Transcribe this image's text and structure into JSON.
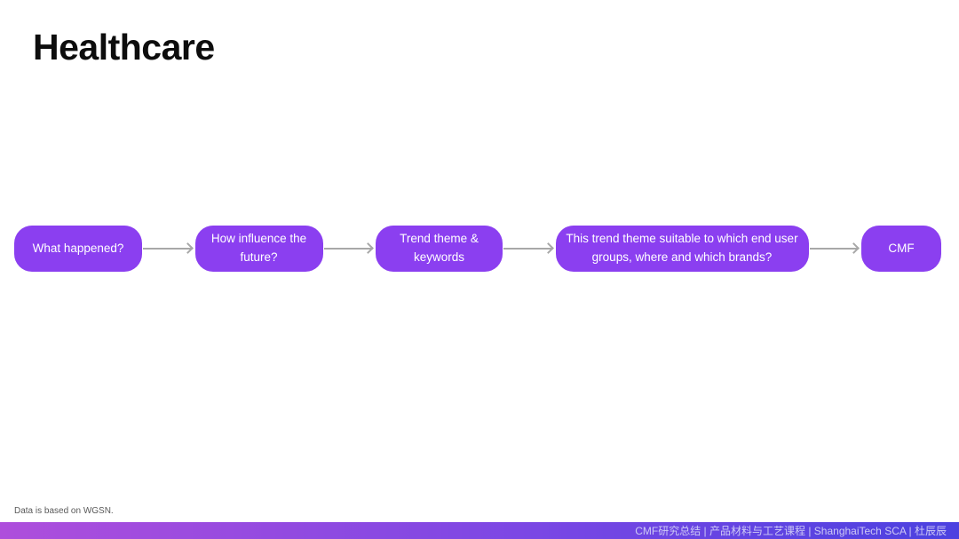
{
  "slide": {
    "title": "Healthcare",
    "footnote": "Data is based on WGSN.",
    "footer_credit": "CMF研究总结 | 产品材料与工艺课程 | ShanghaiTech SCA | 杜辰辰"
  },
  "flow": {
    "nodes": [
      {
        "label": "What happened?"
      },
      {
        "label": "How influence the future?"
      },
      {
        "label": "Trend theme & keywords"
      },
      {
        "label": "This trend theme suitable to which end user groups, where and which brands?"
      },
      {
        "label": "CMF"
      }
    ],
    "arrow_style": "right-chevron"
  },
  "colors": {
    "node_fill": "#8b3ff0",
    "node_text": "#ffffff",
    "arrow": "#a8a8a8",
    "footer_gradient_left": "#ae4edc",
    "footer_gradient_right": "#4b41e0",
    "footer_text": "#cdc9f5",
    "title_text": "#0d0d0d",
    "footnote_text": "#595959"
  }
}
